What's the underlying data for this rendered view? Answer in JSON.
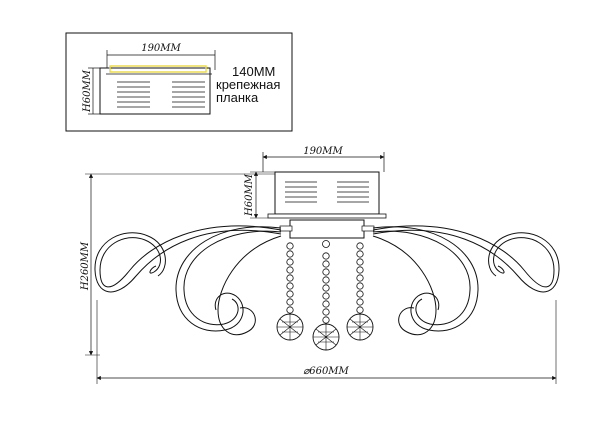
{
  "inset": {
    "width_label": "190MM",
    "height_label": "H60MM",
    "depth_label": "140MM",
    "plate_label_line1": "крепежная",
    "plate_label_line2": "планка"
  },
  "main": {
    "box_width_label": "190MM",
    "box_height_label": "H60MM",
    "total_height_label": "H260MM",
    "diameter_label": "⌀660MM"
  }
}
